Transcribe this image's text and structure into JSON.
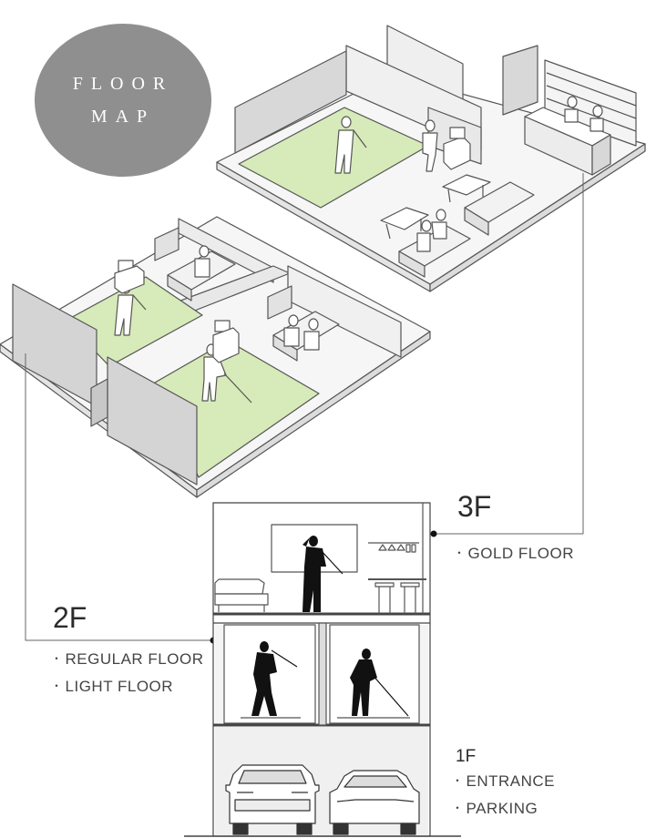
{
  "badge": {
    "line1": "FLOOR",
    "line2": "MAP"
  },
  "floors": {
    "f3": {
      "number": "3F",
      "items": [
        "GOLD FLOOR"
      ]
    },
    "f2": {
      "number": "2F",
      "items": [
        "REGULAR FLOOR",
        "LIGHT FLOOR"
      ]
    },
    "f1": {
      "number": "1F",
      "items": [
        "ENTRANCE",
        "PARKING"
      ]
    }
  },
  "bullet": "・",
  "colors": {
    "badge": "#8f8f8f",
    "turf": "#d7eab9",
    "wall": "#d6d6d6",
    "wall_light": "#efefef",
    "line": "#555555",
    "silhouette": "#111111"
  }
}
